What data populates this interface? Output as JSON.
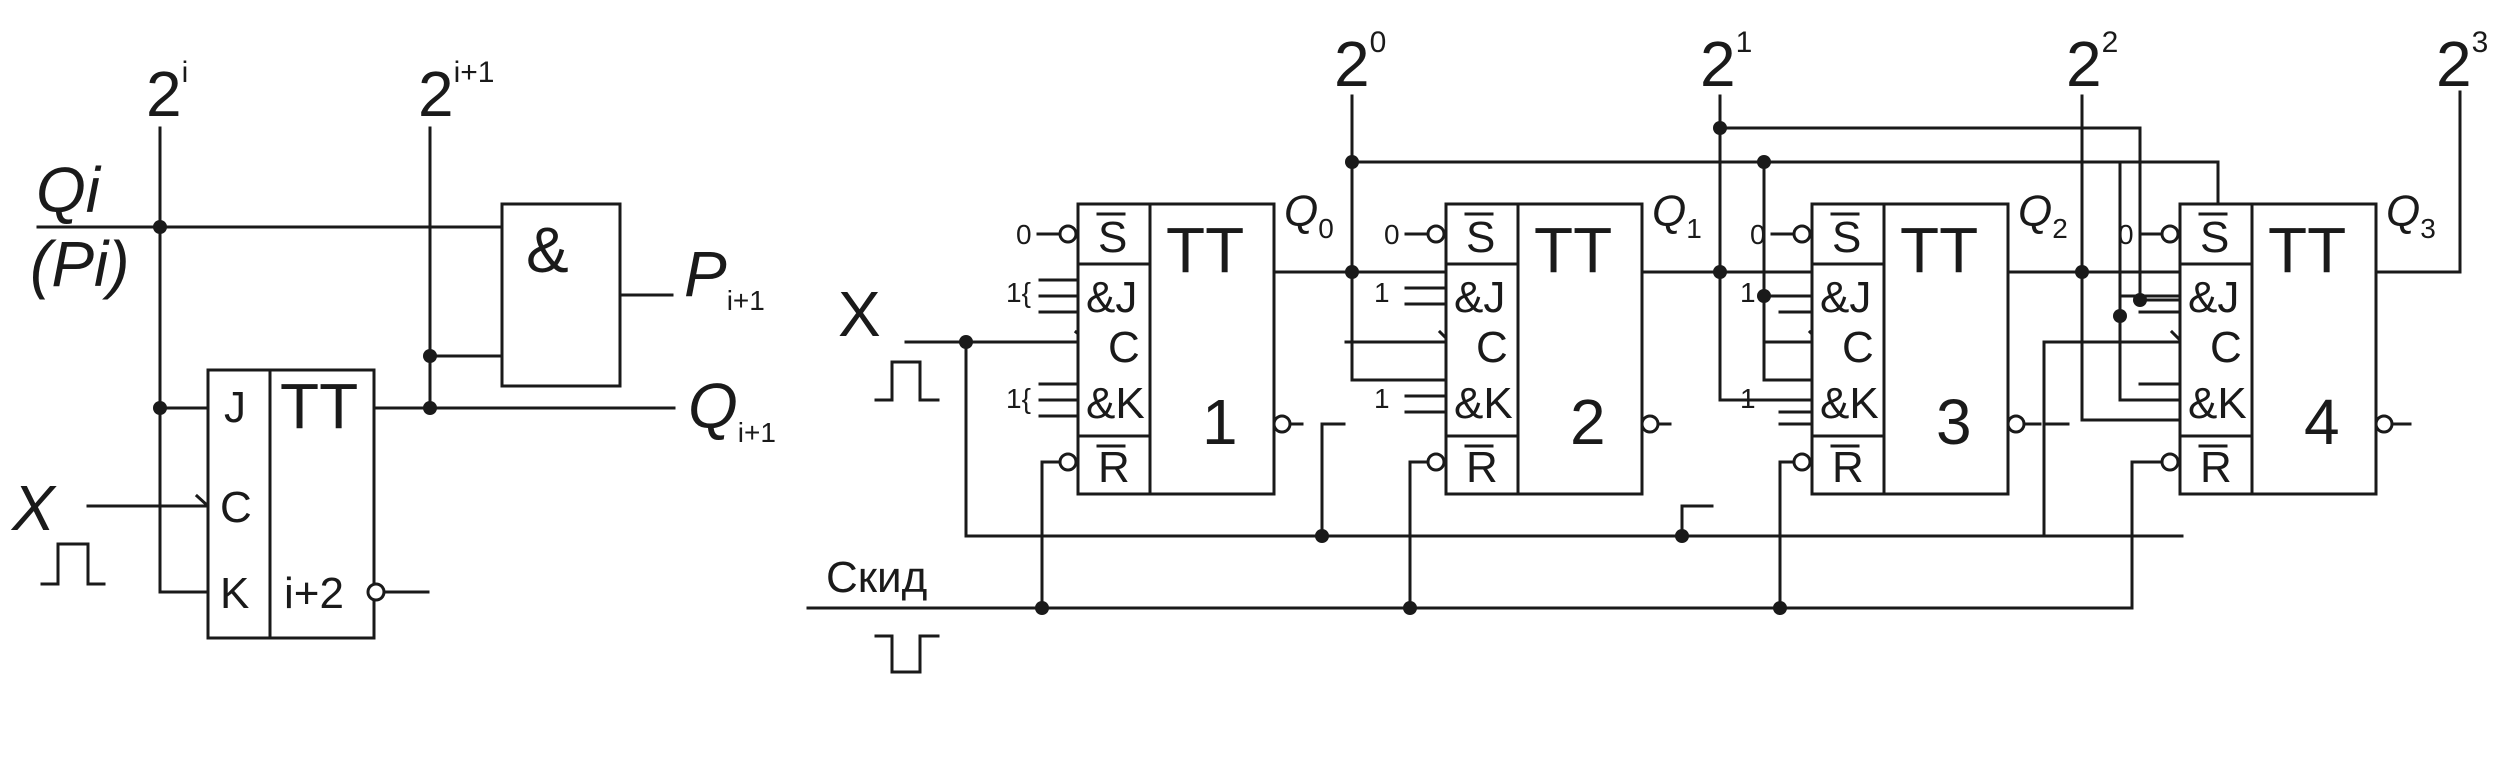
{
  "left": {
    "weight_i": {
      "base": "2",
      "exp": "i"
    },
    "weight_i1": {
      "base": "2",
      "exp": "i+1"
    },
    "input_qi": "Qi",
    "input_pi": "(Pi)",
    "gate_and": "&",
    "out_p": {
      "main": "P",
      "sub": "i+1"
    },
    "out_q": {
      "main": "Q",
      "sub": "i+1"
    },
    "input_x": "X",
    "ff": {
      "j": "J",
      "c": "C",
      "k": "K",
      "tt": "TT",
      "num": "i+2"
    }
  },
  "right": {
    "weights": [
      {
        "base": "2",
        "exp": "0"
      },
      {
        "base": "2",
        "exp": "1"
      },
      {
        "base": "2",
        "exp": "2"
      },
      {
        "base": "2",
        "exp": "3"
      }
    ],
    "input_x": "X",
    "reset_label": "Скид",
    "ff_pins": {
      "s": "S",
      "j": "&J",
      "c": "C",
      "k": "&K",
      "r": "R",
      "tt": "TT"
    },
    "flipflops": [
      {
        "num": "1",
        "q_main": "Q",
        "q_sub": "0",
        "s_const": "0",
        "j_const": "1{",
        "k_const": "1{"
      },
      {
        "num": "2",
        "q_main": "Q",
        "q_sub": "1",
        "s_const": "0",
        "j_const": "1",
        "k_const": "1"
      },
      {
        "num": "3",
        "q_main": "Q",
        "q_sub": "2",
        "s_const": "0",
        "j_const": "1",
        "k_const": "1"
      },
      {
        "num": "4",
        "q_main": "Q",
        "q_sub": "3",
        "s_const": "0",
        "j_const": "",
        "k_const": ""
      }
    ]
  }
}
